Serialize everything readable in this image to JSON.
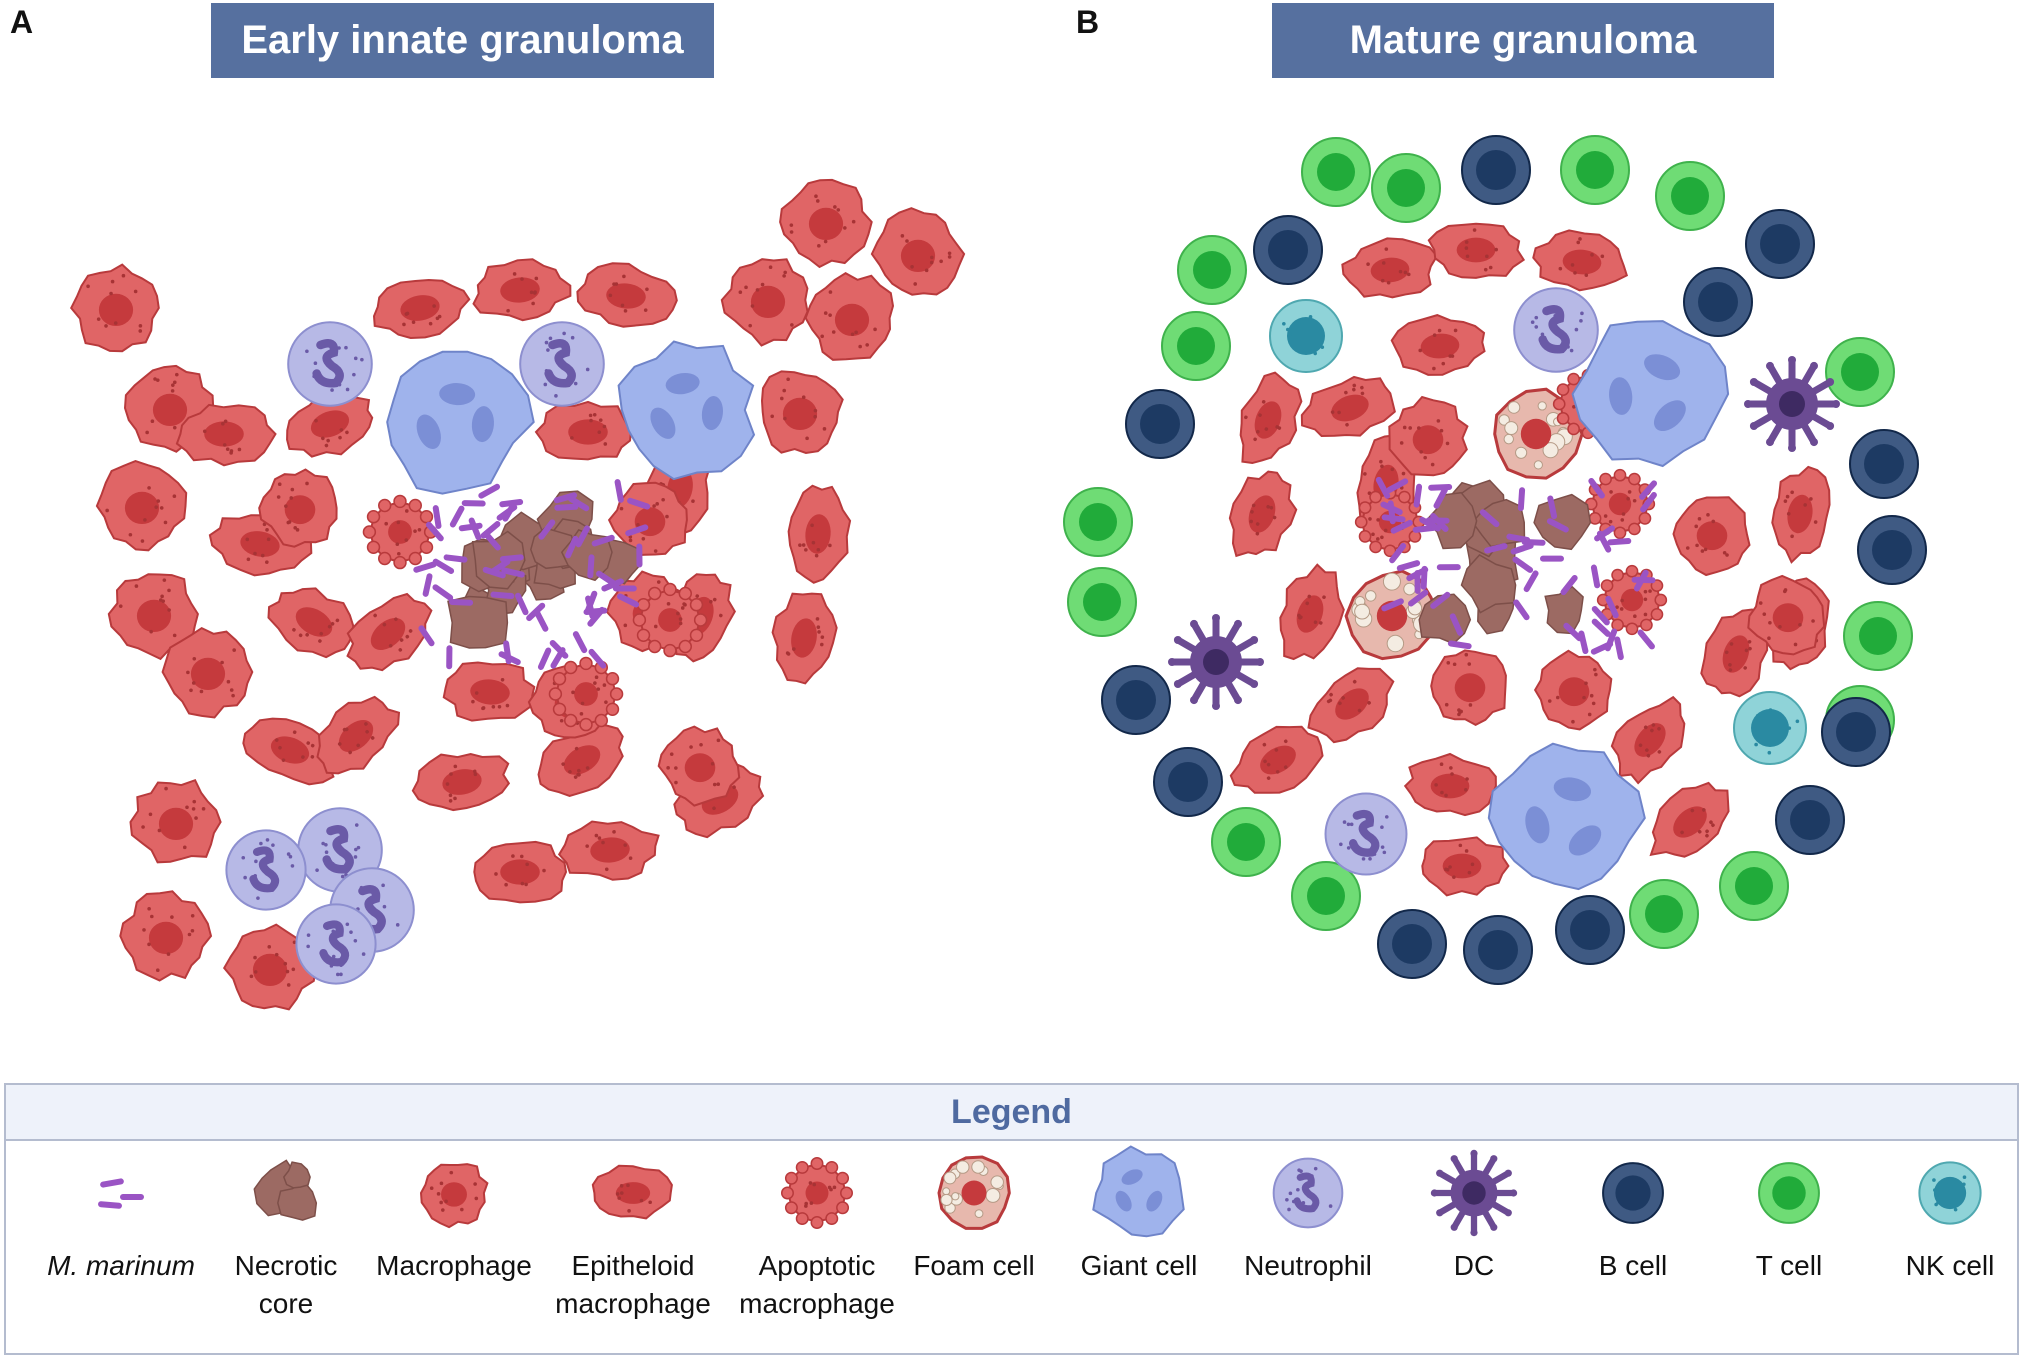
{
  "panels": [
    {
      "letter": "A",
      "title": "Early innate granuloma"
    },
    {
      "letter": "B",
      "title": "Mature granuloma"
    }
  ],
  "legend": {
    "title": "Legend",
    "items": [
      {
        "id": "m-marinum",
        "label": "M. marinum",
        "italic": true,
        "icon": "bacteria-icon"
      },
      {
        "id": "necrotic-core",
        "label": "Necrotic core",
        "icon": "necrotic-core-icon"
      },
      {
        "id": "macrophage",
        "label": "Macrophage",
        "icon": "macrophage-icon"
      },
      {
        "id": "epitheloid-macrophage",
        "label": "Epitheloid macrophage",
        "icon": "epitheloid-macrophage-icon"
      },
      {
        "id": "apoptotic-macrophage",
        "label": "Apoptotic macrophage",
        "icon": "apoptotic-macrophage-icon"
      },
      {
        "id": "foam-cell",
        "label": "Foam cell",
        "icon": "foam-cell-icon"
      },
      {
        "id": "giant-cell",
        "label": "Giant cell",
        "icon": "giant-cell-icon"
      },
      {
        "id": "neutrophil",
        "label": "Neutrophil",
        "icon": "neutrophil-icon"
      },
      {
        "id": "dc",
        "label": "DC",
        "icon": "dendritic-cell-icon"
      },
      {
        "id": "b-cell",
        "label": "B cell",
        "icon": "b-cell-icon"
      },
      {
        "id": "t-cell",
        "label": "T cell",
        "icon": "t-cell-icon"
      },
      {
        "id": "nk-cell",
        "label": "NK cell",
        "icon": "nk-cell-icon"
      }
    ]
  },
  "colors": {
    "title_bg": "#56709f",
    "macrophage": "#e06566",
    "macrophage_nucleus": "#c53a3d",
    "giant_cell": "#9fb3ec",
    "neutrophil": "#b7b9e6",
    "neutrophil_nucleus": "#6a5aa7",
    "dc": "#6b4b93",
    "b_cell": "#1d3a63",
    "t_cell": "#6fdc75",
    "nk_cell": "#8fd3d8",
    "bacteria": "#9a54c4",
    "necrotic": "#9c6a63",
    "foam": "#d9a89c"
  }
}
